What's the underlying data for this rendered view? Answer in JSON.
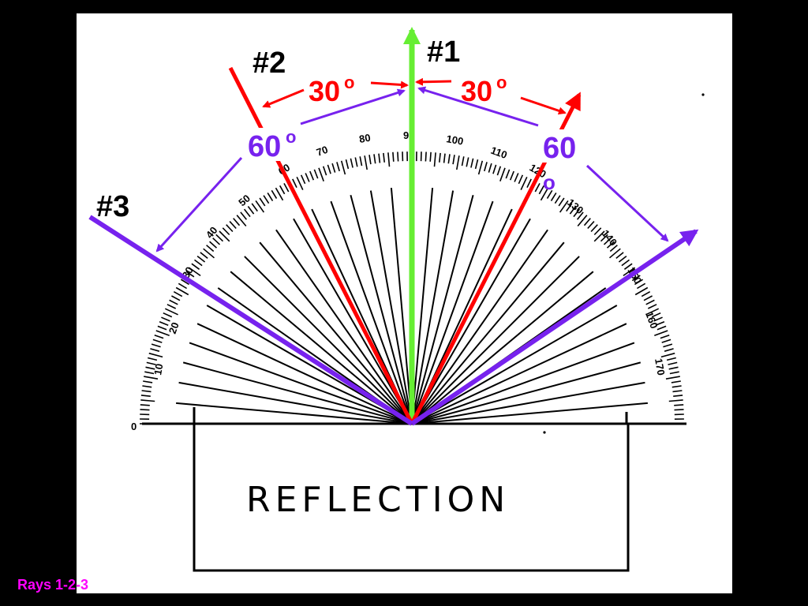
{
  "footer": {
    "caption": "Rays 1-2-3"
  },
  "diagram": {
    "box_text": "REFLECTION",
    "ray_labels": {
      "ray1": "#1",
      "ray2": "#2",
      "ray3": "#3"
    },
    "angle_labels": {
      "red_left": "30",
      "red_right": "30",
      "purple_left": "60",
      "purple_right_top": "60",
      "purple_right_bottom": "o",
      "degree_mark": "o"
    },
    "protractor_scale": {
      "zero": "0",
      "left": [
        "10",
        "20",
        "30",
        "40",
        "50",
        "60",
        "70",
        "80"
      ],
      "top": [
        "90",
        "100",
        "110",
        "120"
      ],
      "right": [
        "130",
        "140",
        "150",
        "160",
        "170"
      ]
    },
    "colors": {
      "background": "#000000",
      "panel": "#ffffff",
      "normal_ray": "#66ee33",
      "red_rays": "#ff0000",
      "purple_rays": "#7722ee",
      "caption": "#ff00ff"
    }
  }
}
